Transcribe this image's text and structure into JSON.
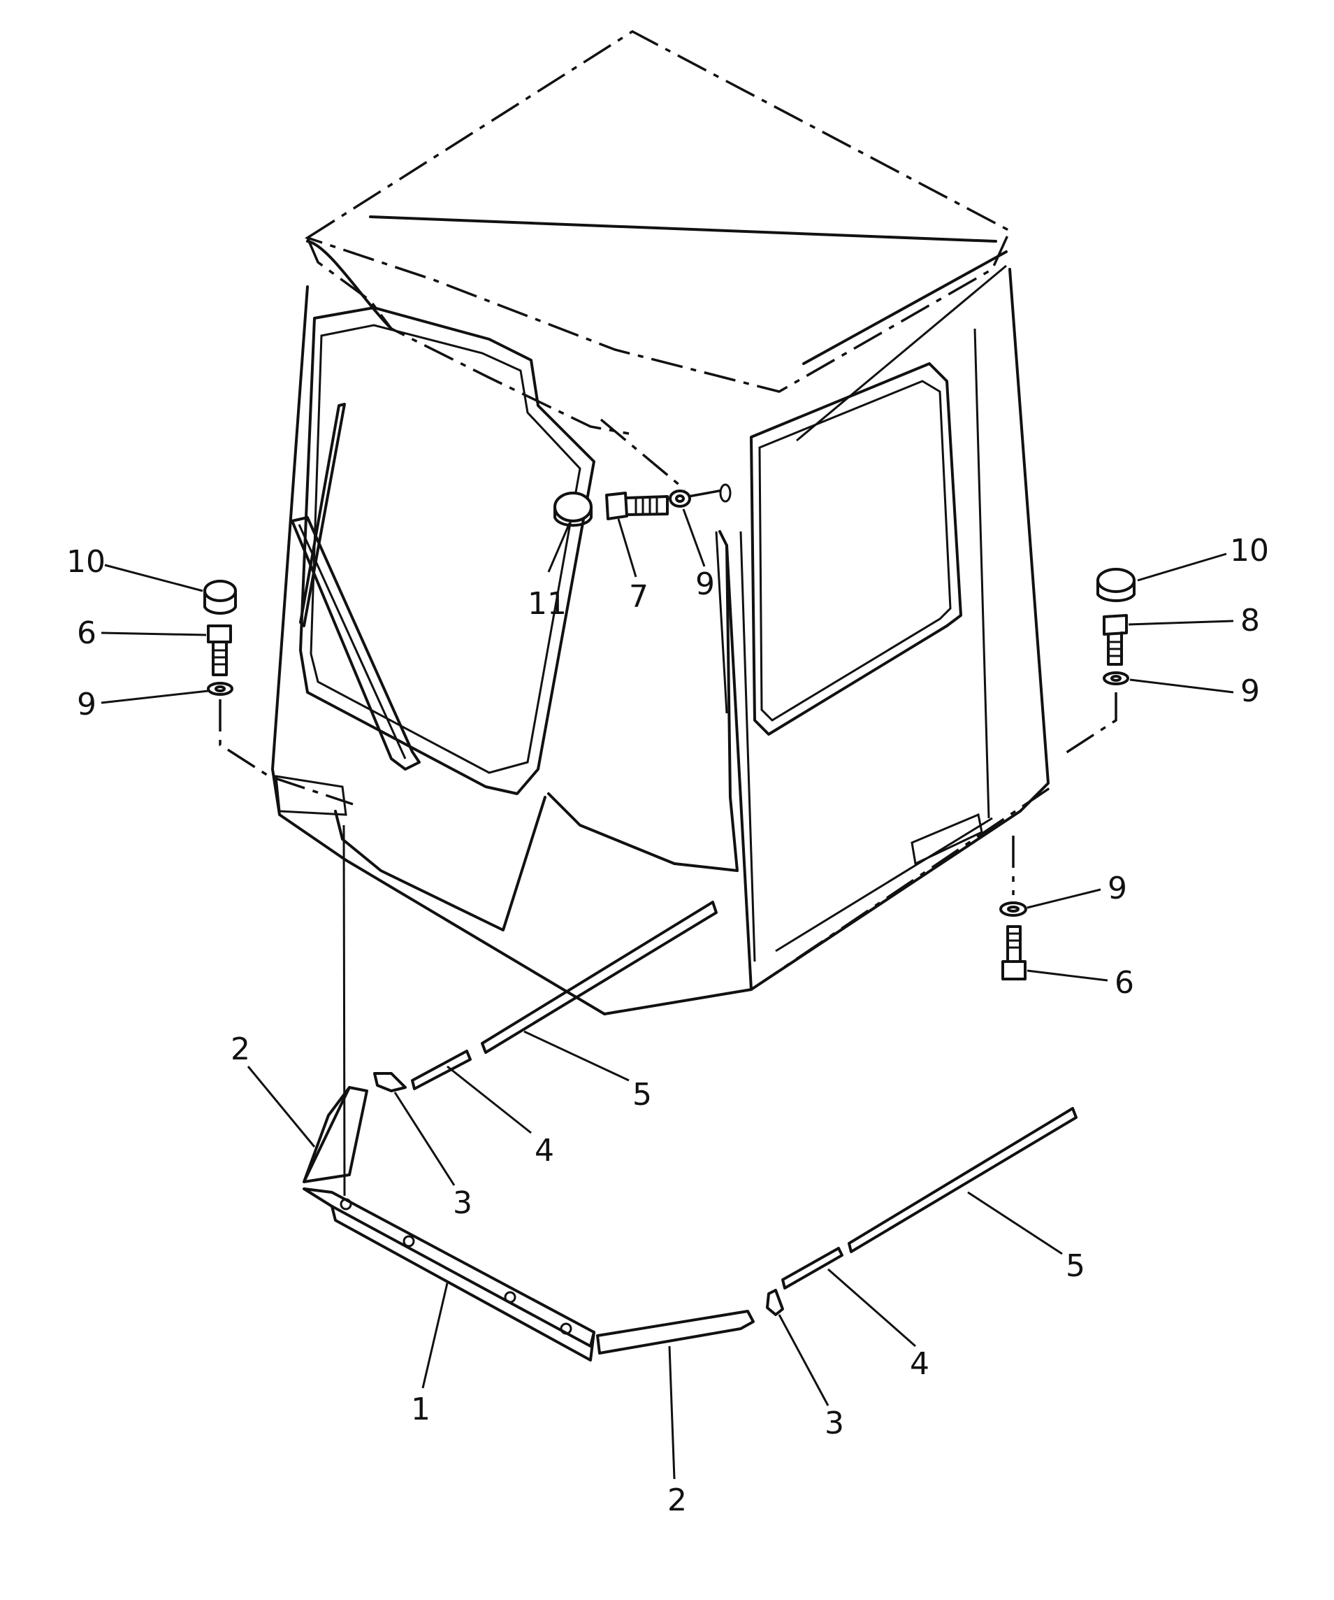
{
  "labels": {
    "cap_left": "10",
    "bolt_left": "6",
    "washer_left": "9",
    "cap_center": "11",
    "bolt_center": "7",
    "washer_center": "9",
    "cap_right": "10",
    "bolt_right": "8",
    "washer_right": "9",
    "washer_bottom_right": "9",
    "bolt_bottom_right": "6",
    "angle_left": "2",
    "bracket_left": "3",
    "strip_short_left": "4",
    "strip_long_left": "5",
    "rail_front": "1",
    "angle_bottom": "2",
    "bracket_right": "3",
    "strip_short_right": "4",
    "strip_long_right": "5"
  }
}
